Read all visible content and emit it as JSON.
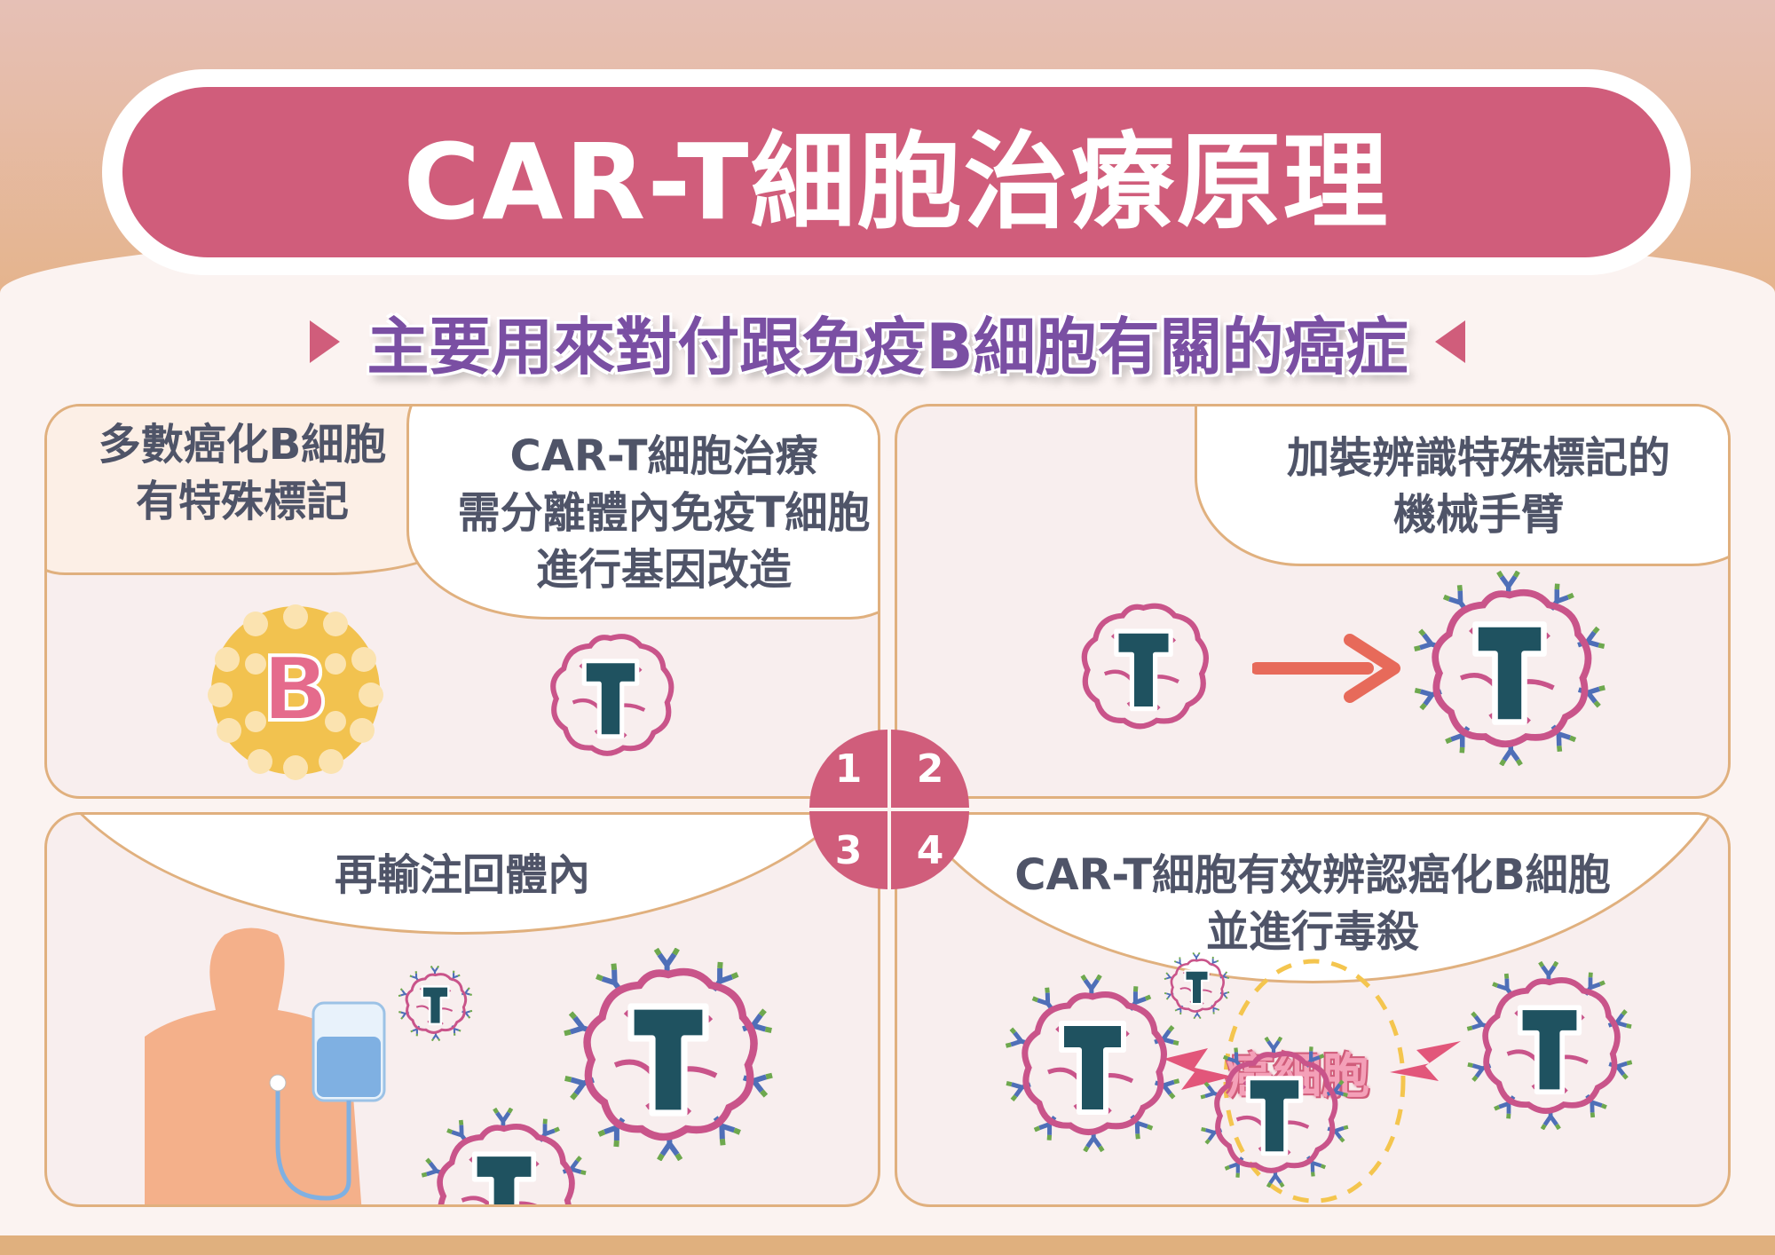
{
  "title": "CAR-T細胞治療原理",
  "subtitle": "主要用來對付跟免疫B細胞有關的癌症",
  "panels": {
    "p1": {
      "bubble_left": [
        "多數癌化B細胞",
        "有特殊標記"
      ],
      "bubble_right": [
        "CAR-T細胞治療",
        "需分離體內免疫T細胞",
        "進行基因改造"
      ],
      "b_cell_label": "B",
      "t_cell_label": "T"
    },
    "p2": {
      "bubble": [
        "加裝辨識特殊標記的",
        "機械手臂"
      ],
      "t_cell_label": "T"
    },
    "p3": {
      "header": "再輸注回體內",
      "t_cell_label": "T"
    },
    "p4": {
      "header": [
        "CAR-T細胞有效辨認癌化B細胞",
        "並進行毒殺"
      ],
      "cancer_label": "癌細胞",
      "t_cell_label": "T"
    }
  },
  "steps": [
    "1",
    "2",
    "3",
    "4"
  ],
  "colors": {
    "accent": "#d05d7b",
    "border": "#e0b07e",
    "text": "#4f5468",
    "subtitle": "#7a4fa3",
    "t_letter": "#1f5260"
  }
}
